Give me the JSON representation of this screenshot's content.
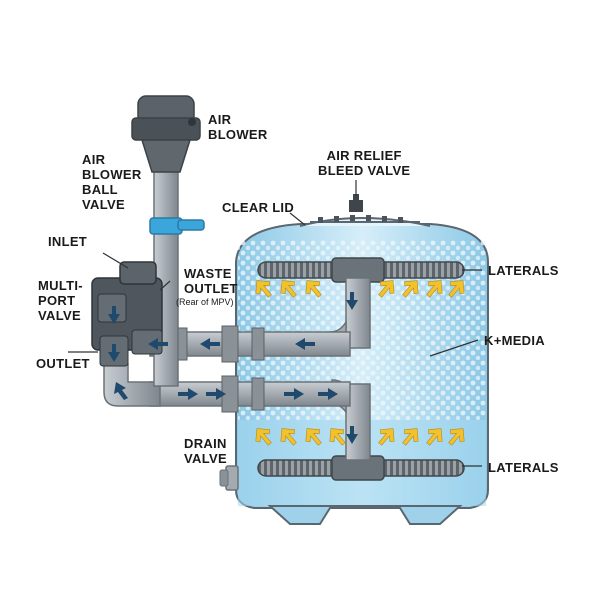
{
  "labels": {
    "air_blower": "AIR\nBLOWER",
    "air_blower_ball_valve": "AIR\nBLOWER\nBALL\nVALVE",
    "air_relief_bleed_valve": "AIR RELIEF\nBLEED VALVE",
    "clear_lid": "CLEAR LID",
    "inlet": "INLET",
    "multi_port_valve": "MULTI-\nPORT\nVALVE",
    "waste_outlet": "WASTE\nOUTLET",
    "waste_outlet_note": "(Rear of MPV)",
    "outlet": "OUTLET",
    "laterals_top": "LATERALS",
    "k_media": "K+MEDIA",
    "laterals_bottom": "LATERALS",
    "drain_valve": "DRAIN\nVALVE"
  },
  "colors": {
    "tank_fill": "#c9e8f6",
    "tank_water": "#9fd3ee",
    "pipe": "#a7aeb4",
    "pipe_dark": "#7d858c",
    "valve_body": "#555c63",
    "ball_valve_handle": "#3aa6dc",
    "flow_arrow": "#1f4a6e",
    "air_arrow": "#f2c12e",
    "media_bead": "#e9f6fc"
  }
}
